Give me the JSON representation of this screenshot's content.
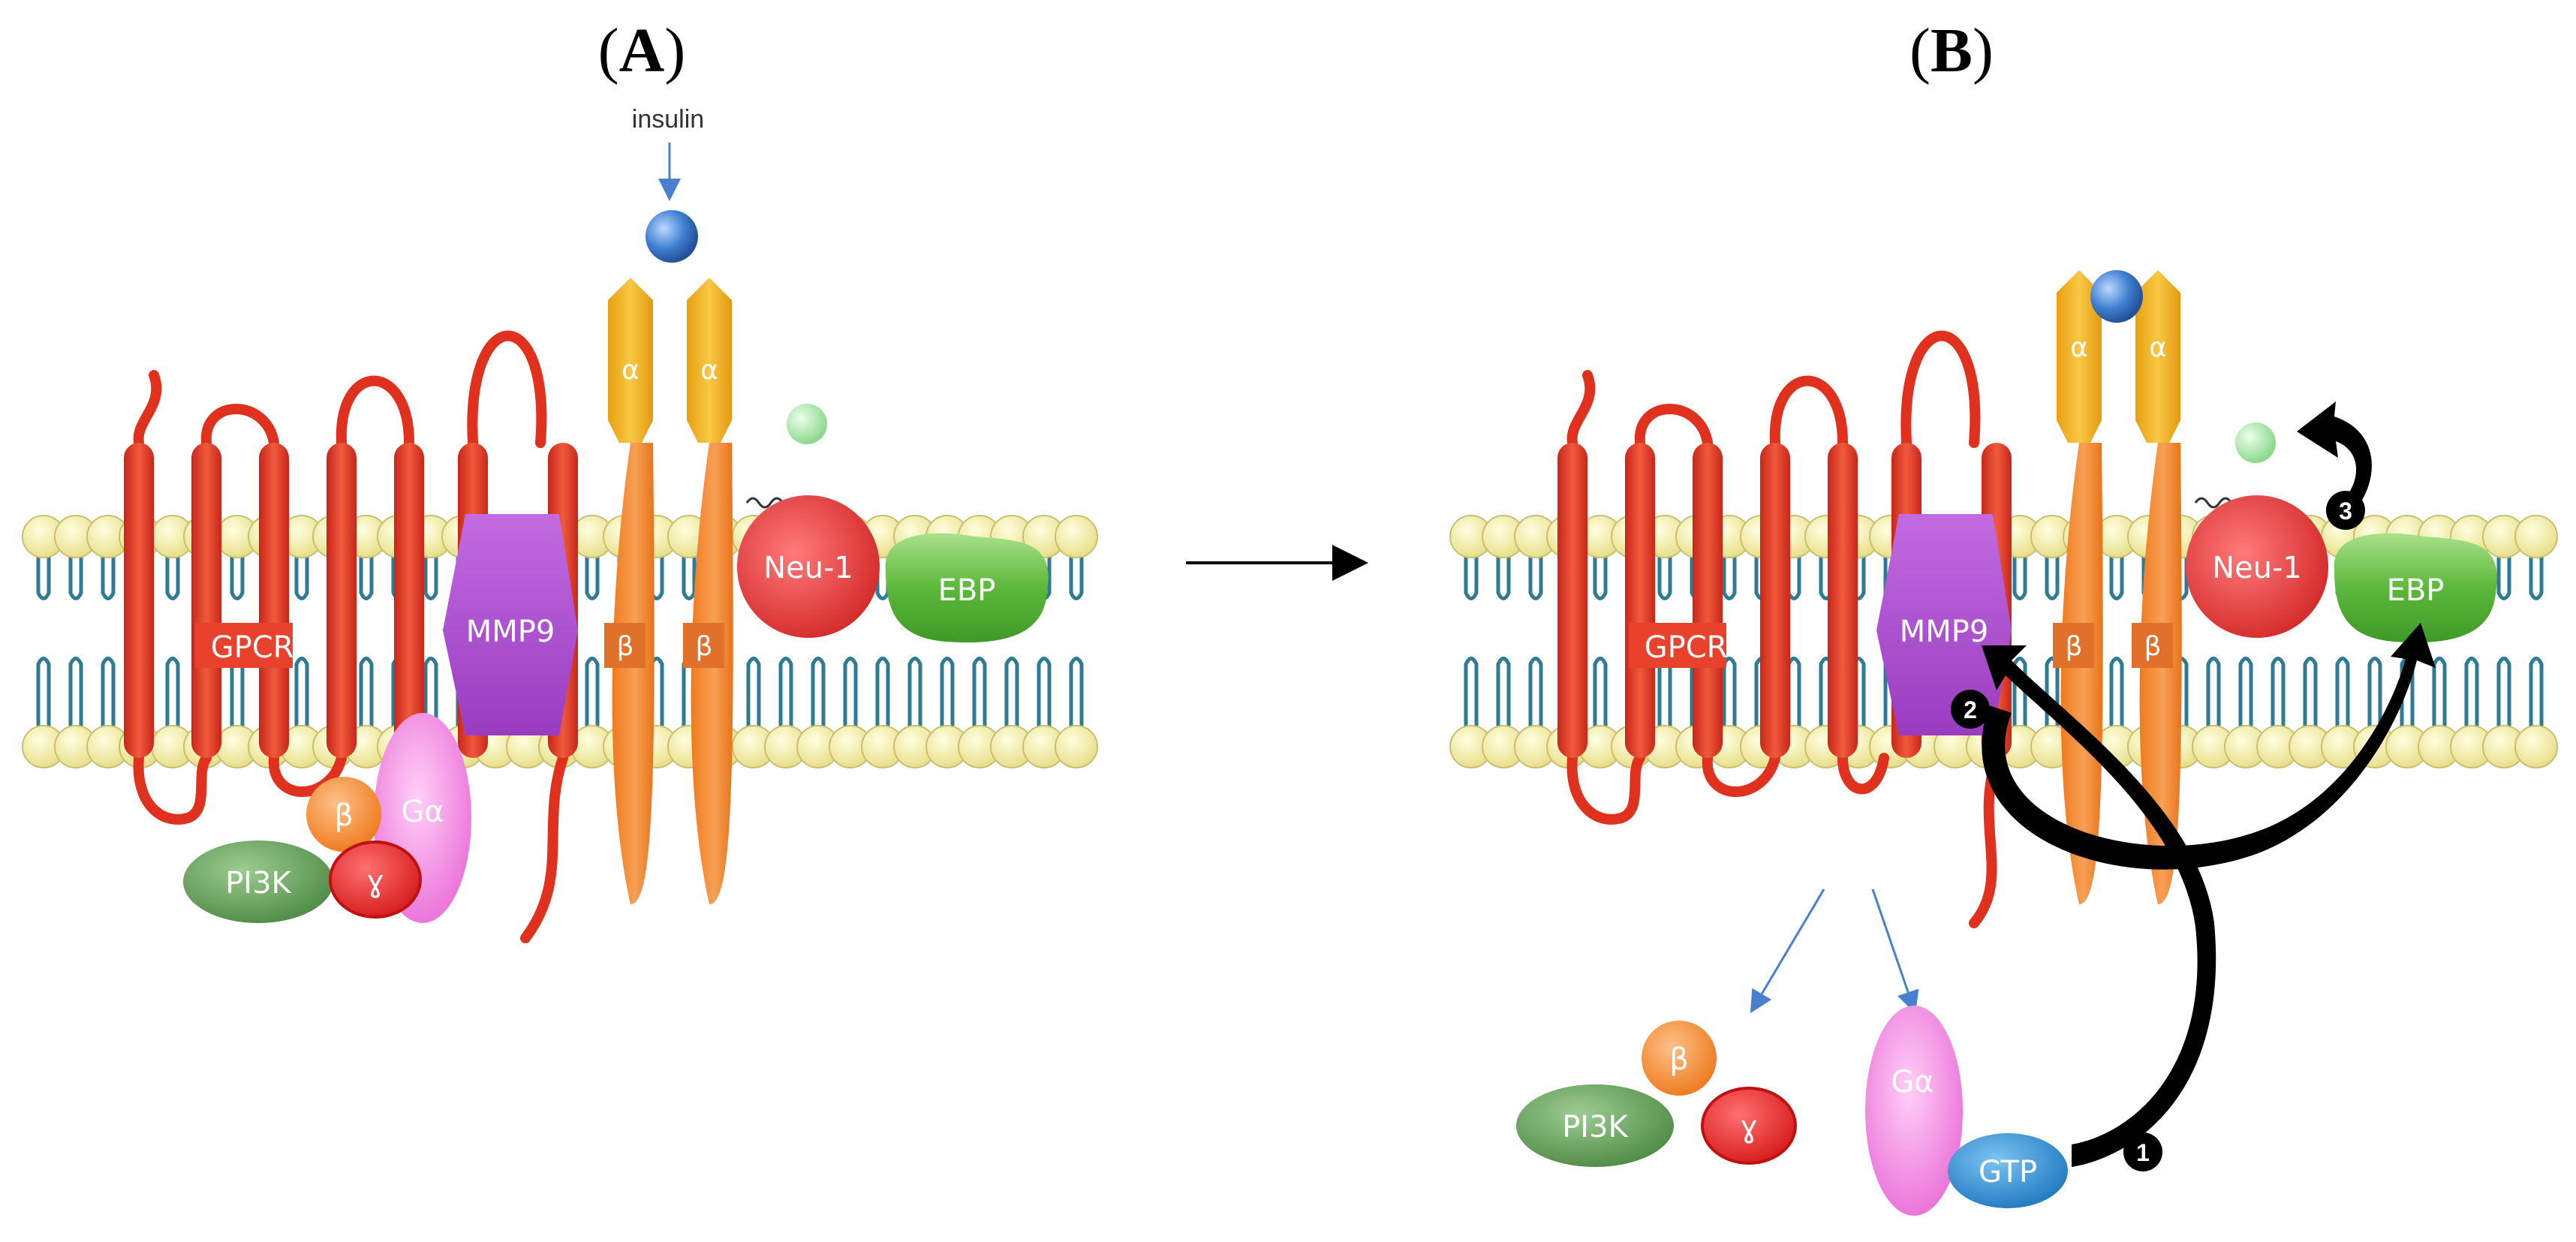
{
  "panels": {
    "a_label_open": "(",
    "a_label_letter": "A",
    "a_label_close": ")",
    "b_label_open": "(",
    "b_label_letter": "B",
    "b_label_close": ")"
  },
  "labels": {
    "insulin": "insulin",
    "gpcr": "GPCR",
    "mmp9": "MMP9",
    "neu1": "Neu-1",
    "ebp": "EBP",
    "alpha": "α",
    "beta_subunit": "β",
    "pi3k": "PI3K",
    "g_beta": "β",
    "g_gamma": "ɣ",
    "g_alpha": "Gα",
    "gtp": "GTP"
  },
  "steps": {
    "step1": "1",
    "step2": "2",
    "step3": "3"
  },
  "colors": {
    "gpcr": "#e8412c",
    "mmp9": "#b04fd0",
    "receptor_beta": "#f28a2e",
    "receptor_alpha": "#f0b21c",
    "insulin": "#3f7fd0",
    "neu1": "#e23a3a",
    "ebp": "#5cb83a",
    "pi3k": "#5f9a55",
    "g_beta": "#f28a2e",
    "g_gamma": "#e23a3a",
    "g_alpha": "#f07ee0",
    "gtp": "#2c8ed0",
    "lipid_head": "#f6f0a8",
    "lipid_tail": "#2f7b95",
    "step_arrow": "#000000"
  }
}
